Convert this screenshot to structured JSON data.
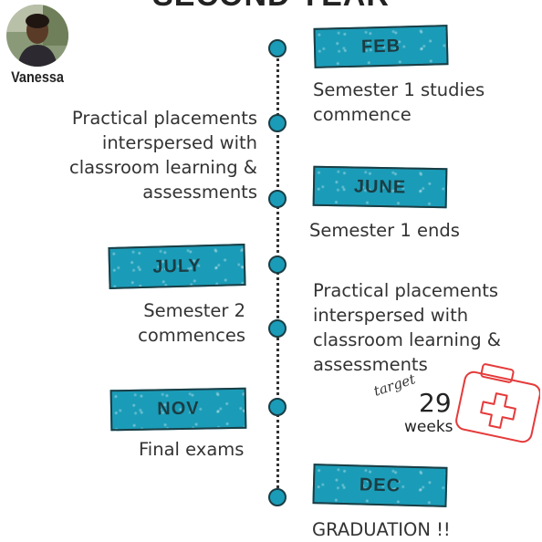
{
  "heading": "SECOND YEAR",
  "profile": {
    "name": "Vanessa"
  },
  "colors": {
    "banner": "#1a9cb8",
    "outline": "#1b3d44",
    "firstaid": "#e53a3a"
  },
  "timeline": {
    "feb": {
      "label": "FEB",
      "text": "Semester 1 studies commence"
    },
    "practical_1": "Practical placements interspersed with classroom learning & assessments",
    "june": {
      "label": "JUNE",
      "text": "Semester 1 ends"
    },
    "july": {
      "label": "JULY",
      "text": "Semester 2 commences"
    },
    "practical_2": "Practical placements interspersed with classroom learning & assessments",
    "nov": {
      "label": "NOV",
      "text": "Final exams"
    },
    "dec": {
      "label": "DEC",
      "text": "GRADUATION !!"
    }
  },
  "target": {
    "script": "target",
    "value": "29",
    "unit": "weeks",
    "icon": "first-aid-kit-icon"
  }
}
